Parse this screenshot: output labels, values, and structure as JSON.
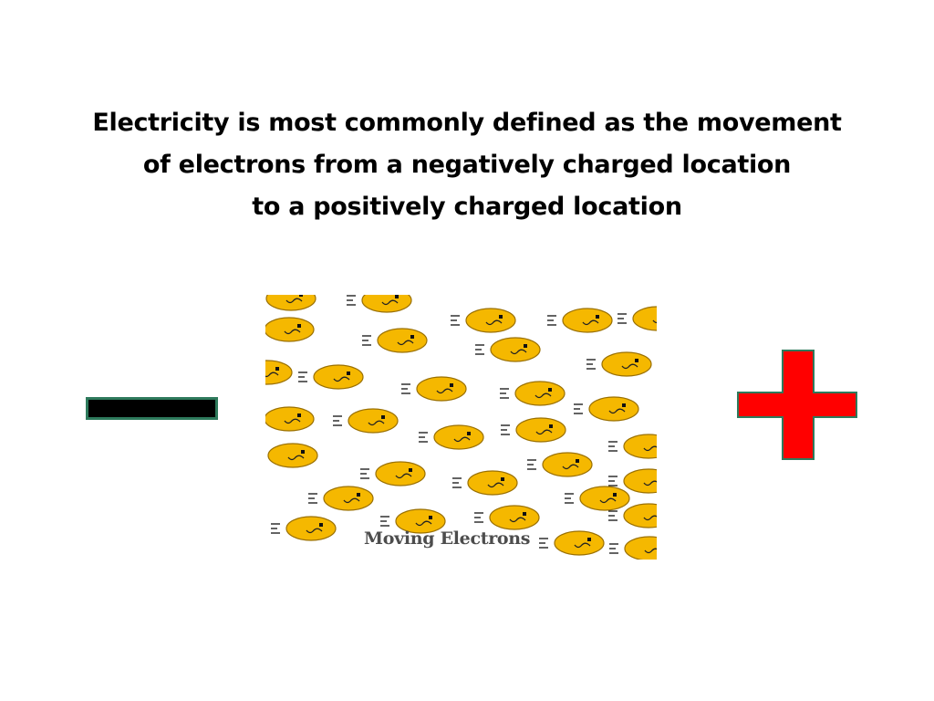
{
  "heading": {
    "line1": "Electricity is most commonly defined as the movement",
    "line2": "of electrons from a negatively charged location",
    "line3": "to a positively charged location"
  },
  "illustration": {
    "caption": "Moving Electrons",
    "electron_color": "#f5b800",
    "electron_outline": "#9a7000"
  },
  "negative_terminal": {
    "symbol": "minus-sign",
    "fill": "#000000",
    "outline": "#2e7a5c"
  },
  "positive_terminal": {
    "symbol": "plus-sign",
    "fill": "#ff0000",
    "outline": "#2e7a5c"
  }
}
